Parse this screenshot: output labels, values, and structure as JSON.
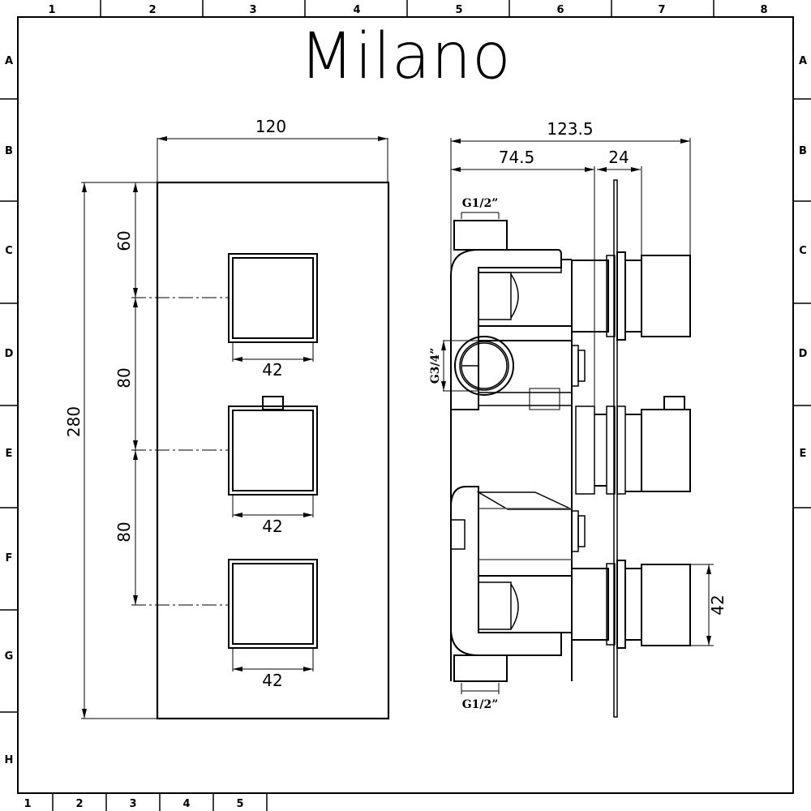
{
  "title": "Milano",
  "grid": {
    "columns_top": [
      "1",
      "2",
      "3",
      "4",
      "5",
      "6",
      "7",
      "8"
    ],
    "columns_bottom": [
      "1",
      "2",
      "3",
      "4",
      "5"
    ],
    "rows_left": [
      "A",
      "B",
      "C",
      "D",
      "E",
      "F",
      "G",
      "H"
    ],
    "rows_right": [
      "A",
      "B",
      "C",
      "D",
      "E"
    ]
  },
  "front_view": {
    "plate_width": "120",
    "plate_height": "280",
    "top_to_first_handle": "60",
    "spacing_1": "80",
    "spacing_2": "80",
    "handle_widths": [
      "42",
      "42",
      "42"
    ]
  },
  "side_view": {
    "overall_depth": "123.5",
    "body_depth": "74.5",
    "handle_projection": "24",
    "inlet_top": "G1/2”",
    "inlet_bottom": "G1/2”",
    "outlet": "G3/4”",
    "handle_height": "42"
  },
  "colors": {
    "line": "#000000",
    "background": "#ffffff",
    "secondary_line": "#555555"
  }
}
